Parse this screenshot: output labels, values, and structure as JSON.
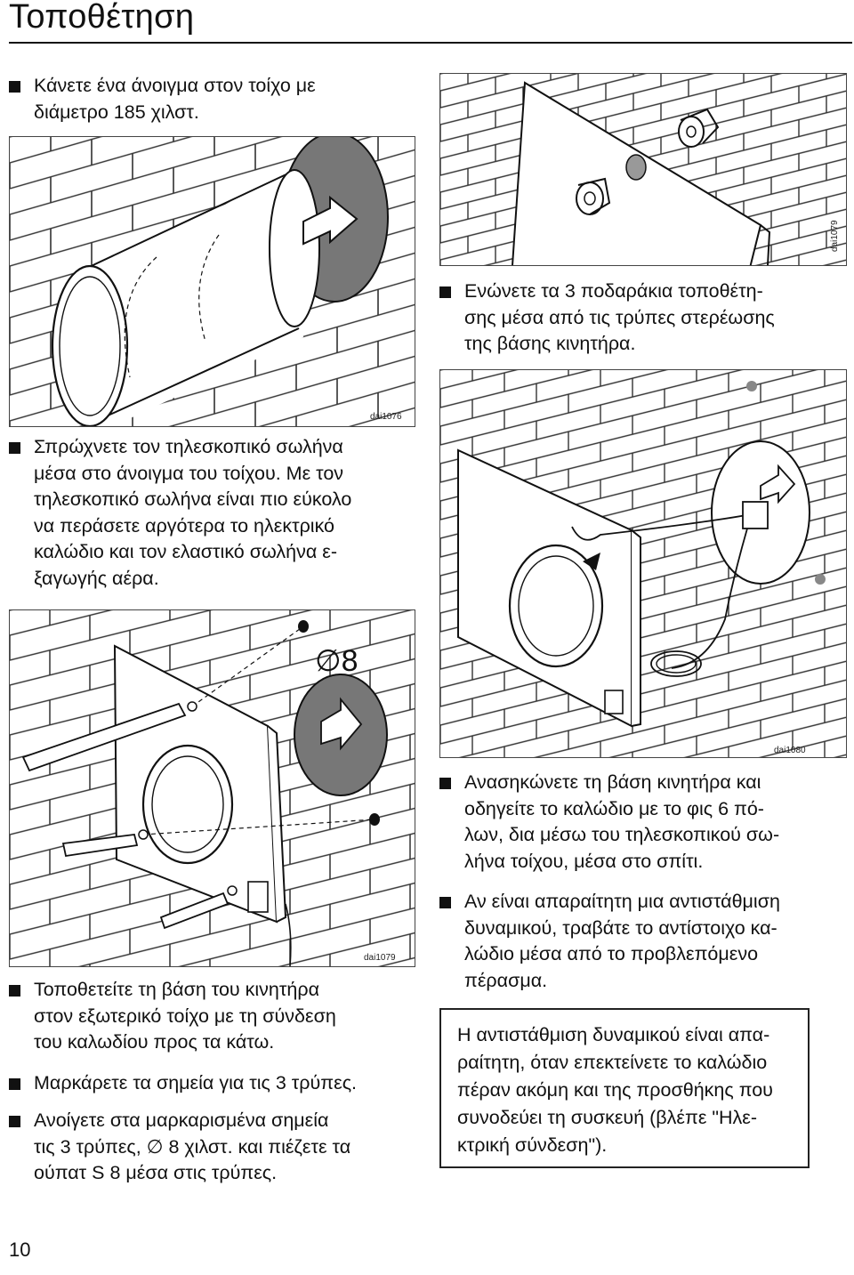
{
  "page": {
    "title": "Τοποθέτηση",
    "page_number": "10"
  },
  "steps": {
    "s1": "Κάνετε ένα άνοιγμα στον τοίχο με\nδιάμετρο 185 χιλστ.",
    "s2": "Ενώνετε τα 3 ποδαράκια τοποθέτη-\nσης μέσα από τις τρύπες στερέωσης\nτης βάσης κινητήρα.",
    "s3": "Σπρώχνετε τον τηλεσκοπικό σωλήνα\nμέσα στο άνοιγμα του τοίχου. Με τον\nτηλεσκοπικό σωλήνα είναι πιο εύκολο\nνα περάσετε αργότερα το ηλεκτρικό\nκαλώδιο και τον ελαστικό σωλήνα ε-\nξαγωγής αέρα.",
    "s4": "Ανασηκώνετε τη βάση κινητήρα και\nοδηγείτε το καλώδιο με το φις 6 πό-\nλων, δια μέσω του τηλεσκοπικού σω-\nλήνα τοίχου, μέσα στο σπίτι.",
    "s5": "Αν είναι απαραίτητη μια αντιστάθμιση\nδυναμικού, τραβάτε το αντίστοιχο κα-\nλώδιο μέσα από το προβλεπόμενο\nπέρασμα.",
    "s6": "Τοποθετείτε τη βάση του κινητήρα\nστον εξωτερικό τοίχο με τη σύνδεση\nτου καλωδίου προς τα κάτω.",
    "s7": "Μαρκάρετε τα σημεία για τις 3 τρύπες.",
    "s8": "Ανοίγετε στα μαρκαρισμένα σημεία\nτις 3 τρύπες, ∅ 8 χιλστ. και πιέζετε τα\nούπατ S 8 μέσα στις τρύπες."
  },
  "note": "Η αντιστάθμιση δυναμικού είναι απα-\nραίτητη, όταν επεκτείνετε το καλώδιο\nπέραν ακόμη και της προσθήκης που\nσυνοδεύει τη συσκευή (βλέπε \"Ηλε-\nκτρική σύνδεση\").",
  "figures": {
    "fig1": {
      "code": "dai1076"
    },
    "fig2": {
      "code": "dai1079"
    },
    "fig3": {
      "code": "dai1080"
    },
    "fig4": {
      "code": "dai1079",
      "drill_label": "∅8"
    }
  }
}
